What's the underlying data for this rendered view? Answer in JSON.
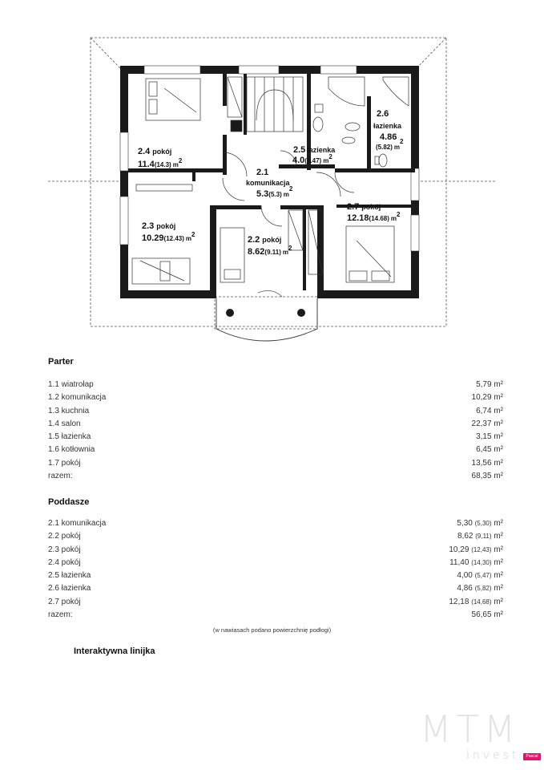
{
  "plan": {
    "rooms": [
      {
        "num": "2.4",
        "label": "pokój",
        "area": "11.4",
        "floor": "(14.3)",
        "unit": "m",
        "sup": "2"
      },
      {
        "num": "2.5",
        "label": "łazienka",
        "area": "4.0",
        "floor": "(5.47)",
        "unit": "m",
        "sup": "2"
      },
      {
        "num": "2.6",
        "label": "łazienka",
        "area": "4.86",
        "floor": "(5.82)",
        "unit": "m",
        "sup": "2"
      },
      {
        "num": "2.1",
        "label": "komunikacja",
        "area": "5.3",
        "floor": "(5.3)",
        "unit": "m",
        "sup": "2"
      },
      {
        "num": "2.3",
        "label": "pokój",
        "area": "10.29",
        "floor": "(12.43)",
        "unit": "m",
        "sup": "2"
      },
      {
        "num": "2.2",
        "label": "pokój",
        "area": "8.62",
        "floor": "(9.11)",
        "unit": "m",
        "sup": "2"
      },
      {
        "num": "2.7",
        "label": "pokój",
        "area": "12.18",
        "floor": "(14.68)",
        "unit": "m",
        "sup": "2"
      }
    ]
  },
  "parter": {
    "title": "Parter",
    "rows": [
      {
        "label": "1.1 wiatrołap",
        "value": "5,79 m²"
      },
      {
        "label": "1.2 komunikacja",
        "value": "10,29 m²"
      },
      {
        "label": "1.3 kuchnia",
        "value": "6,74 m²"
      },
      {
        "label": "1.4 salon",
        "value": "22,37 m²"
      },
      {
        "label": "1.5 łazienka",
        "value": "3,15 m²"
      },
      {
        "label": "1.6 kotłownia",
        "value": "6,45 m²"
      },
      {
        "label": "1.7 pokój",
        "value": "13,56 m²"
      },
      {
        "label": "razem:",
        "value": "68,35 m²"
      }
    ]
  },
  "poddasze": {
    "title": "Poddasze",
    "rows": [
      {
        "label": "2.1 komunikacja",
        "value": "5,30",
        "floor": "(5,30)",
        "unit": "m²"
      },
      {
        "label": "2.2 pokój",
        "value": "8,62",
        "floor": "(9,11)",
        "unit": "m²"
      },
      {
        "label": "2.3 pokój",
        "value": "10,29",
        "floor": "(12,43)",
        "unit": "m²"
      },
      {
        "label": "2.4 pokój",
        "value": "11,40",
        "floor": "(14,30)",
        "unit": "m²"
      },
      {
        "label": "2.5 łazienka",
        "value": "4,00",
        "floor": "(5,47)",
        "unit": "m²"
      },
      {
        "label": "2.6 łazienka",
        "value": "4,86",
        "floor": "(5,82)",
        "unit": "m²"
      },
      {
        "label": "2.7 pokój",
        "value": "12,18",
        "floor": "(14,68)",
        "unit": "m²"
      },
      {
        "label": "razem:",
        "value": "56,65",
        "floor": "",
        "unit": "m²"
      }
    ],
    "note": "(w nawiasach podano powierzchnię podłogi)"
  },
  "ruler_heading": "Interaktywna linijka",
  "logo": {
    "letters": "MTM",
    "sub": "invest",
    "badge": "Pascal 3.0m"
  }
}
